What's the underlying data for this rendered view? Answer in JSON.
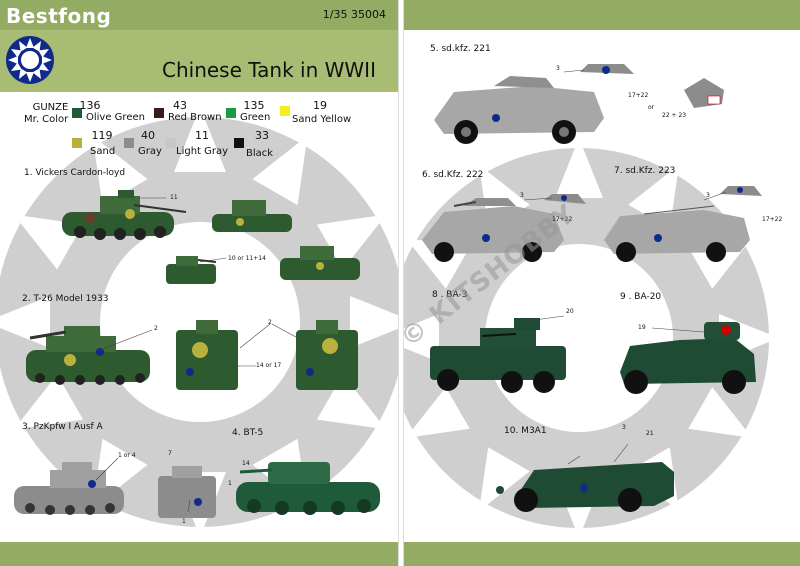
{
  "brand": "Bestfong",
  "catalog": "1/35  35004",
  "title": "Chinese Tank in WWII",
  "watermark": "© KITSHOBBY",
  "gunze": {
    "line1": "GUNZE",
    "line2": "Mr. Color"
  },
  "colors": [
    {
      "num": "136",
      "name": "Olive Green",
      "hex": "#1f5a3a"
    },
    {
      "num": "43",
      "name": "Red Brown",
      "hex": "#3b1a1a"
    },
    {
      "num": "135",
      "name": "Green",
      "hex": "#1a9a45"
    },
    {
      "num": "19",
      "name": "Sand Yellow",
      "hex": "#f2ee20"
    },
    {
      "num": "119",
      "name": "Sand",
      "hex": "#b9b13b"
    },
    {
      "num": "40",
      "name": "Gray",
      "hex": "#8c8c8c"
    },
    {
      "num": "11",
      "name": "Light Gray",
      "hex": "#c8c8c8"
    },
    {
      "num": "33",
      "name": "Black",
      "hex": "#111111"
    }
  ],
  "vehicles": {
    "v1": "1. Vickers Cardon-loyd",
    "v2": "2.  T-26 Model 1933",
    "v3": "3. PzKpfw I Ausf A",
    "v4": "4.  BT-5",
    "v5": "5. sd.kfz. 221",
    "v6": "6. sd.Kfz. 222",
    "v7": "7. sd.Kfz. 223",
    "v8": "8 . BA-3",
    "v9": "9 . BA-20",
    "v10": "10. M3A1"
  },
  "callouts": {
    "c11": "11",
    "c10or11": "10 or 11+14",
    "c2a": "2",
    "c2b": "2",
    "c14or17": "14 or 17",
    "c1or4": "1 or 4",
    "c7": "7",
    "c1a": "1",
    "c14": "14",
    "c1b": "1",
    "c3a": "3",
    "c17p22a": "17+22",
    "cor": "or",
    "c22p23": "22 + 23",
    "c3b": "3",
    "c17p22b": "17+22",
    "c3c": "3",
    "c17p22c": "17+22",
    "c20": "20",
    "c19": "19",
    "c3d": "3",
    "c21": "21"
  },
  "insignia": {
    "fill": "#0f2a8a",
    "sun": "#ffffff"
  }
}
